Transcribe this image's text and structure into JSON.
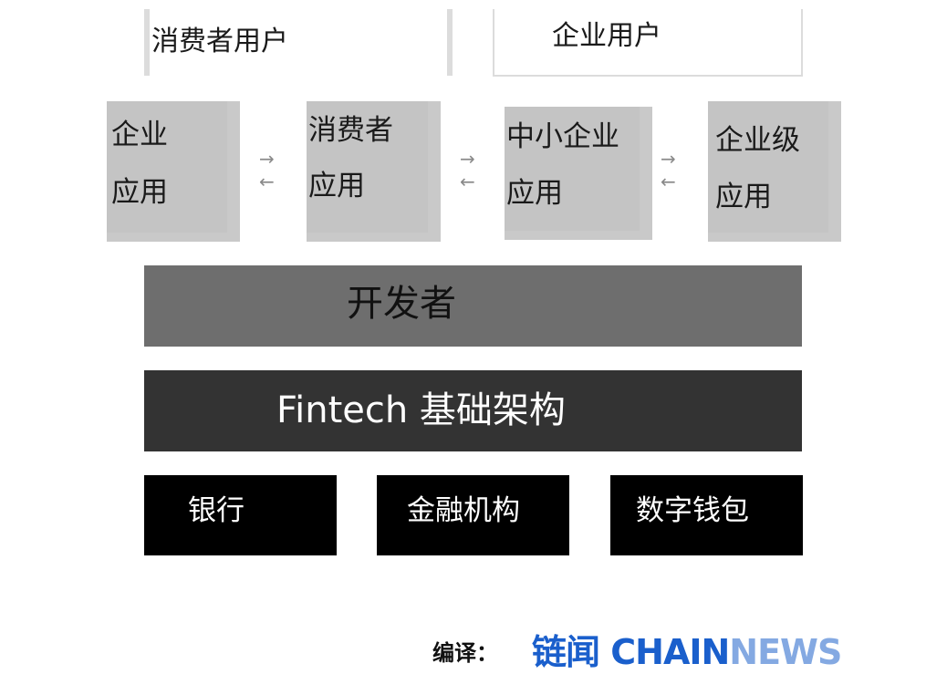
{
  "users": {
    "consumer": "消费者用户",
    "enterprise": "企业用户"
  },
  "apps": [
    {
      "line1": "企业",
      "line2": "应用"
    },
    {
      "line1": "消费者",
      "line2": "应用"
    },
    {
      "line1": "中小企业",
      "line2": "应用"
    },
    {
      "line1": "企业级",
      "line2": "应用"
    }
  ],
  "arrows": {
    "right": "→",
    "left": "←"
  },
  "layers": {
    "developer": "开发者",
    "infrastructure": "Fintech 基础架构"
  },
  "institutions": [
    "银行",
    "金融机构",
    "数字钱包"
  ],
  "footer": {
    "credit_label": "编译：",
    "logo_cn": "链闻",
    "logo_chain": "CHAIN",
    "logo_news": "NEWS"
  },
  "colors": {
    "app_box": "#c4c4c4",
    "developer_bar": "#6e6e6e",
    "infra_bar": "#333333",
    "institution_box": "#000000",
    "logo_blue": "#1a5fcc",
    "logo_light": "#84a9e2"
  }
}
